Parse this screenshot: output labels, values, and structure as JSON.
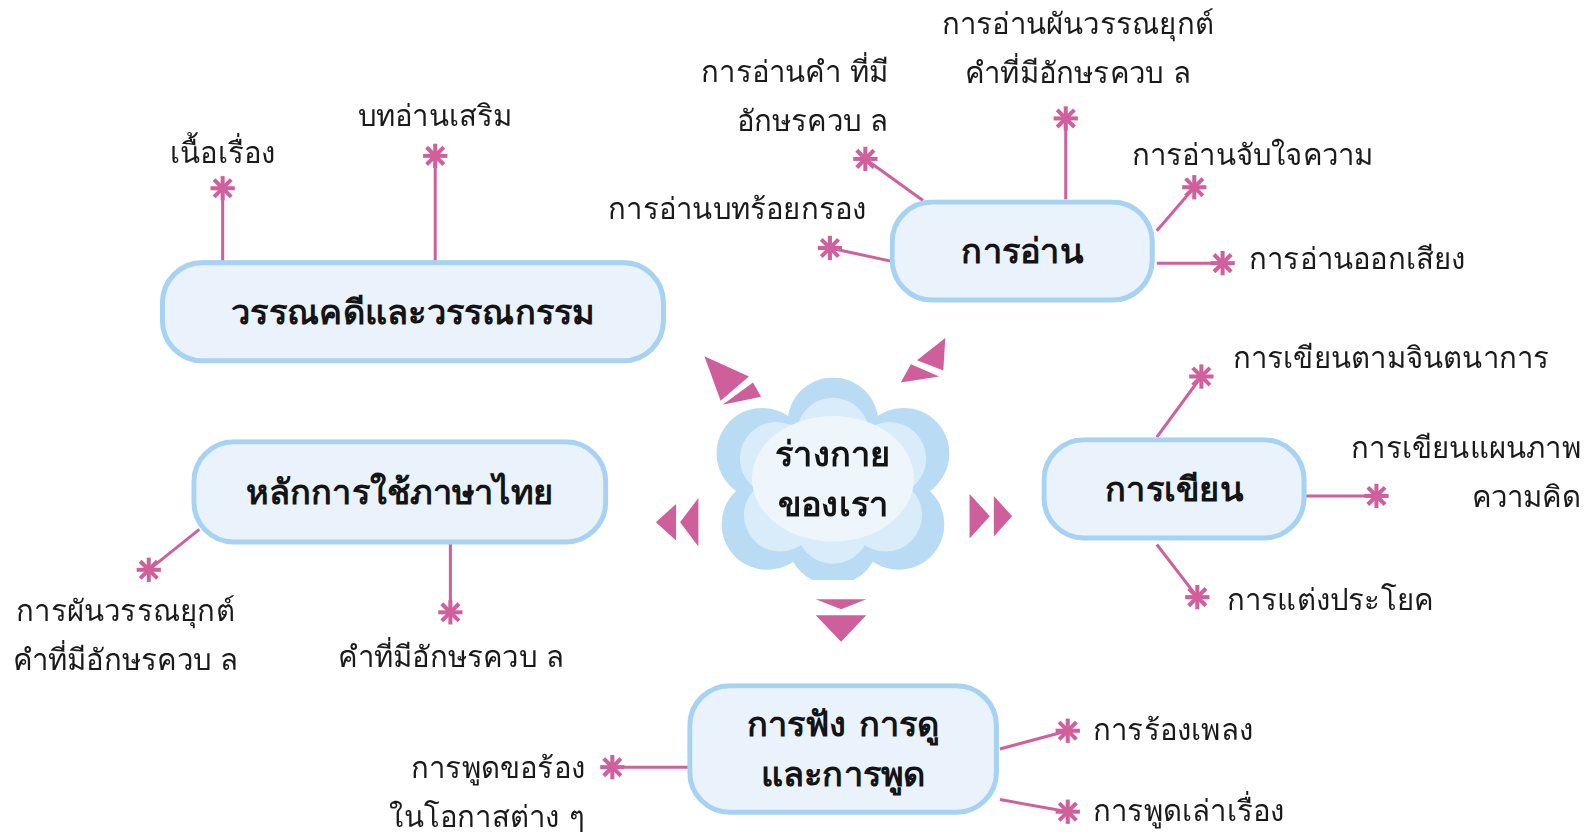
{
  "diagram": {
    "nodes": [
      {
        "text": [
          "ร่างกาย ของเรา"
        ]
      },
      {
        "text": [
          "วรรณคดีและวรรณกรรม"
        ]
      },
      {
        "text": [
          "การอ่าน"
        ]
      },
      {
        "text": [
          "หลักการใช้ภาษาไทย"
        ]
      },
      {
        "text": [
          "การเขียน"
        ]
      },
      {
        "text": [
          "การฟัง การดู และการพูด"
        ]
      }
    ],
    "edges": [],
    "labels": [
      "การอ่านผันวรรณยุกต์ คำที่มีอักษรควบ ล",
      "การอ่านคำ ที่มีอักษรควบ ล",
      "บทอ่านเสริม",
      "เนื้อเรื่อง",
      "การอ่านจับใจความ",
      "การอ่านบทร้อยกรอง",
      "การอ่านออกเสียง",
      "การเขียนตามจินตนาการ",
      "การเขียนแผนภาพ ความคิด",
      "การแต่งประโยค",
      "การผันวรรณยุกต์ คำที่มีอักษรควบ ล",
      "คำที่มีอักษรควบ ล",
      "การร้องเพลง",
      "การพูดขอร้อง ในโอกาสต่าง ๆ",
      "การพูดเล่าเรื่อง"
    ]
  }
}
